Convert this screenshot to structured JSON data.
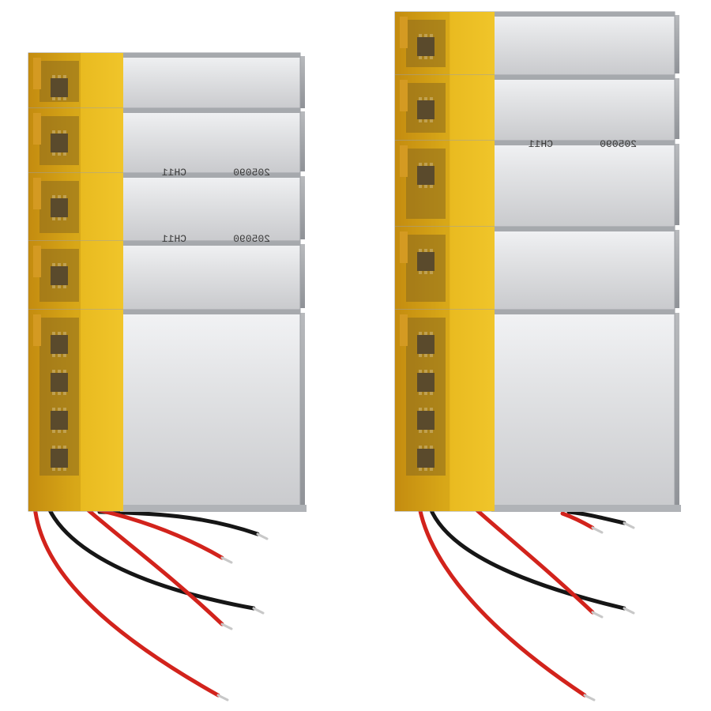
{
  "scene": {
    "subject": "lipo-battery-cells",
    "background": "#ffffff",
    "palette": {
      "foil": "#d3d4d6",
      "foil_light": "#eceef0",
      "foil_edge": "#9c9fa4",
      "kapton": "#e3b21c",
      "kapton_dark": "#b9860c",
      "pcb": "#5a4a2c",
      "wire_red": "#d2231c",
      "wire_black": "#161616",
      "wire_tip": "#c8c8c8"
    }
  },
  "stacks": [
    {
      "id": "left-stack",
      "cell_count": 5
    },
    {
      "id": "right-stack",
      "cell_count": 5
    }
  ],
  "printed_marks": [
    {
      "text": "CH11",
      "scale_x": -1
    },
    {
      "text": "205090",
      "scale_x": -1
    }
  ]
}
